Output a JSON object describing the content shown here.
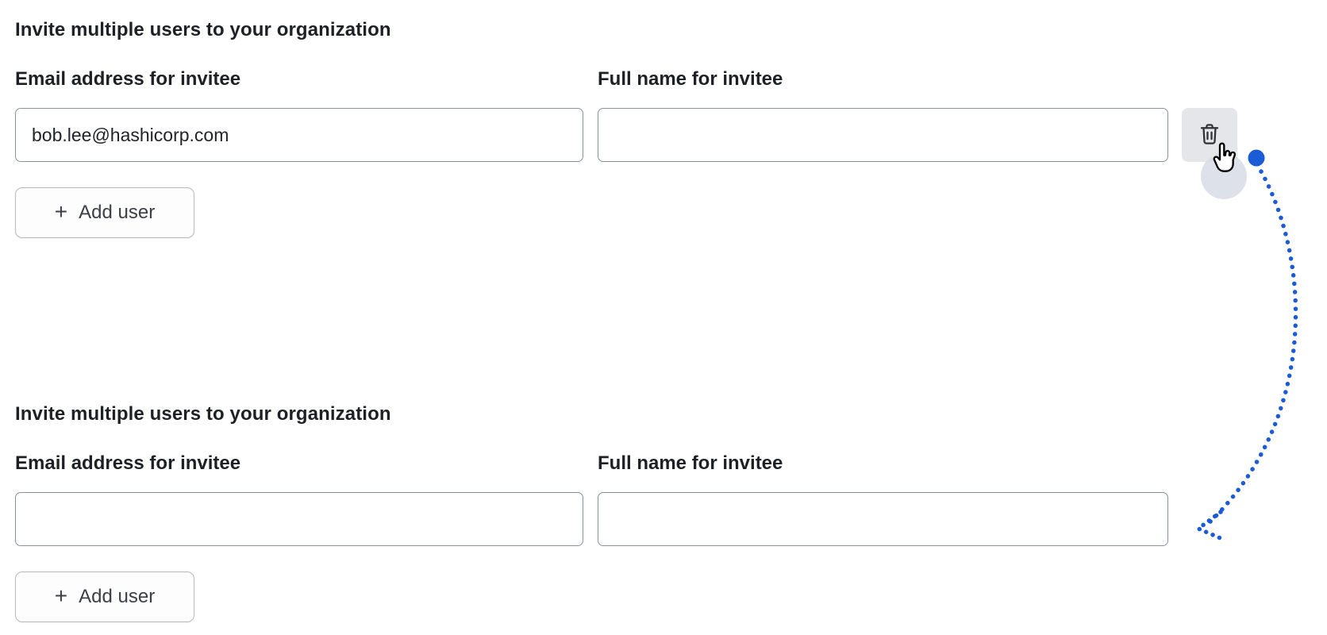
{
  "page": {
    "background": "#ffffff"
  },
  "colors": {
    "annotation_blue": "#1c5bd6",
    "input_border": "#8a909b",
    "button_border": "#b5b8bf",
    "trash_button_bg": "#e4e6e9",
    "heading_text": "#1d2025"
  },
  "icons": {
    "plus_glyph": "+",
    "trash": "trash-icon",
    "cursor": "hand-pointer-icon"
  },
  "sections": [
    {
      "heading": "Invite multiple users to your organization",
      "fields": {
        "email": {
          "label": "Email address for invitee",
          "value": "bob.lee@hashicorp.com",
          "placeholder": ""
        },
        "full_name": {
          "label": "Full name for invitee",
          "value": "",
          "placeholder": ""
        }
      },
      "add_user_button": "Add user"
    },
    {
      "heading": "Invite multiple users to your organization",
      "fields": {
        "email": {
          "label": "Email address for invitee",
          "value": "",
          "placeholder": ""
        },
        "full_name": {
          "label": "Full name for invitee",
          "value": "",
          "placeholder": ""
        }
      },
      "add_user_button": "Add user"
    }
  ]
}
